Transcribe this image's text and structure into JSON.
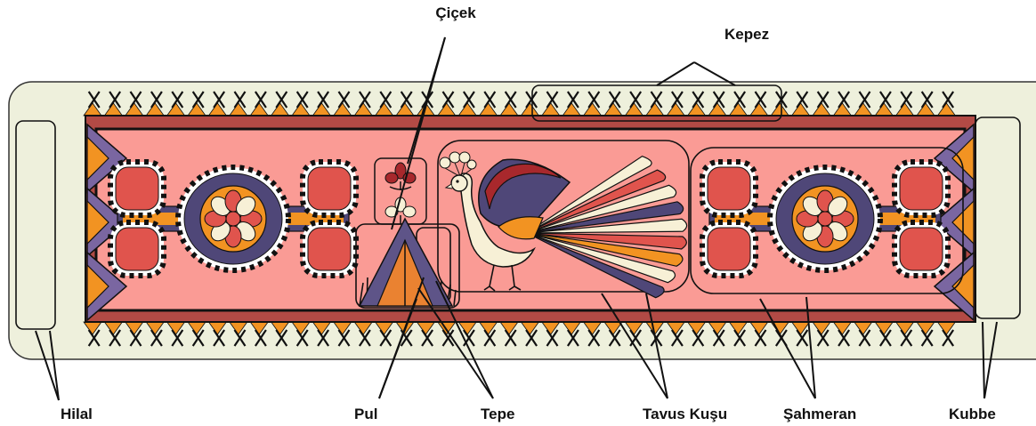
{
  "labels": {
    "cicek": "Çiçek",
    "kepez": "Kepez",
    "hilal": "Hilal",
    "pul": "Pul",
    "tepe": "Tepe",
    "tavus_kusu": "Tavus Kuşu",
    "sahmeran": "Şahmeran",
    "kubbe": "Kubbe"
  },
  "colors": {
    "background_panel": "#eef0dc",
    "outer_border": "#b24a45",
    "inner_field": "#fa9b95",
    "medallion_red": "#e0544d",
    "medallion_purple": "#4f4778",
    "medallion_orange": "#f29322",
    "cream": "#f7f0d6",
    "dark_red": "#a8282c",
    "tepe_purple": "#5e5488",
    "tepe_orange": "#ea8231",
    "kubbe_purple": "#7a66a1",
    "outline": "#111111"
  }
}
